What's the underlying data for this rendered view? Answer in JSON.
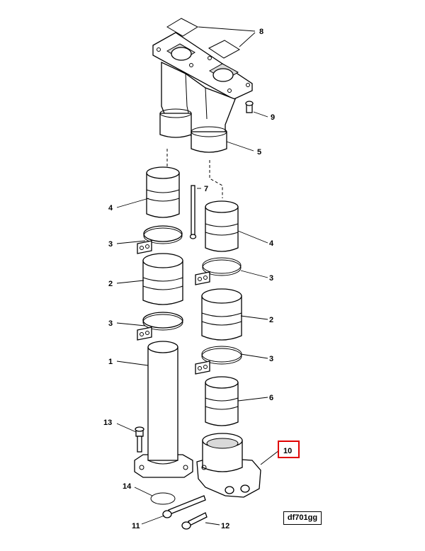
{
  "diagram": {
    "reference_code": "df701gg",
    "highlight_color": "#e00000",
    "highlighted_part": "10",
    "part_labels": {
      "p8": "8",
      "p9": "9",
      "p5": "5",
      "p7": "7",
      "p4a": "4",
      "p4b": "4",
      "p3a": "3",
      "p3b": "3",
      "p3c": "3",
      "p3d": "3",
      "p2a": "2",
      "p2b": "2",
      "p1": "1",
      "p6": "6",
      "p13": "13",
      "p10": "10",
      "p14": "14",
      "p11": "11",
      "p12": "12"
    }
  }
}
